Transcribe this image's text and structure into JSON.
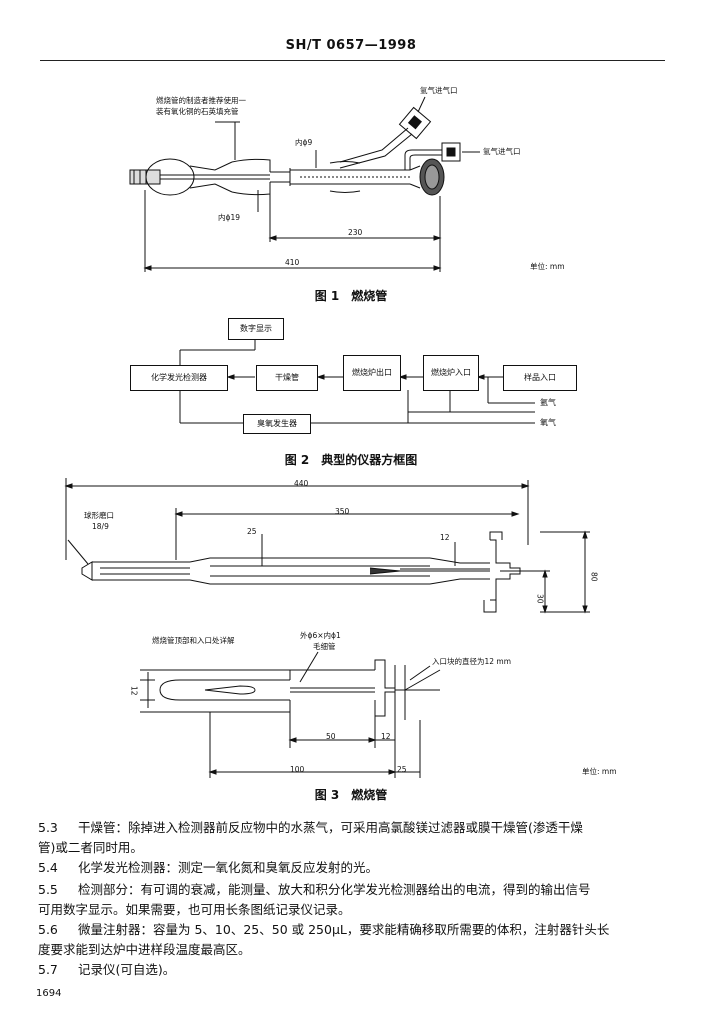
{
  "header": {
    "code": "SH/T 0657—1998"
  },
  "figure1": {
    "caption": "图 1　燃烧管",
    "note_packing": [
      "燃烧管的制造者推荐使用一",
      "装有氧化铜的石英填充管"
    ],
    "label_inner_d9": "内ϕ9",
    "label_inner_d19": "内ϕ19",
    "label_ar_inlet_1": "氩气进气口",
    "label_ar_inlet_2": "氩气进气口",
    "dim_230": "230",
    "dim_410": "410",
    "unit": "单位: mm"
  },
  "figure2": {
    "caption": "图 2　典型的仪器方框图",
    "digital_display": "数字显示",
    "detector": "化学发光检测器",
    "dryer": "干燥管",
    "furnace_outlet": [
      "燃烧炉",
      "出口"
    ],
    "furnace_inlet": [
      "燃烧炉",
      "入口"
    ],
    "sample_inlet": "样品入口",
    "ozone_generator": "臭氧发生器",
    "argon": "氩气",
    "oxygen": "氧气"
  },
  "figure3": {
    "caption": "图 3　燃烧管",
    "dim_440": "440",
    "dim_350": "350",
    "dim_25a": "25",
    "dim_12a": "12",
    "dim_80": "80",
    "dim_30": "30",
    "ball_joint": [
      "球形磨口",
      "18/9"
    ],
    "detail_title": "燃烧管顶部和入口处详解",
    "capillary": [
      "外ϕ6×内ϕ1",
      "毛细管"
    ],
    "inlet_note": "入口块的直径为12 mm",
    "dim_12b": "12",
    "dim_50": "50",
    "dim_12c": "12",
    "dim_100": "100",
    "dim_25b": "25",
    "unit": "单位: mm"
  },
  "sections": [
    {
      "num": "5.3",
      "text": "干燥管：除掉进入检测器前反应物中的水蒸气，可采用高氯酸镁过滤器或膜干燥管(渗透干燥",
      "cont": "管)或二者同时用。"
    },
    {
      "num": "5.4",
      "text": "化学发光检测器：测定一氧化氮和臭氧反应发射的光。",
      "cont": ""
    },
    {
      "num": "5.5",
      "text": "检测部分：有可调的衰减，能测量、放大和积分化学发光检测器给出的电流，得到的输出信号",
      "cont": "可用数字显示。如果需要，也可用长条图纸记录仪记录。"
    },
    {
      "num": "5.6",
      "text": "微量注射器：容量为 5、10、25、50 或 250μL，要求能精确移取所需要的体积，注射器针头长",
      "cont": "度要求能到达炉中进样段温度最高区。"
    },
    {
      "num": "5.7",
      "text": "记录仪(可自选)。",
      "cont": ""
    }
  ],
  "page_number": "1694"
}
